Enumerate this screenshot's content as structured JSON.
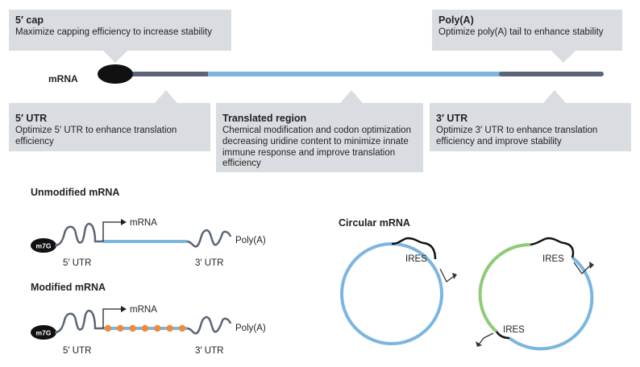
{
  "top_strand": {
    "label": "mRNA",
    "callouts": {
      "cap5": {
        "title": "5′ cap",
        "text": "Maximize capping efficiency to increase stability"
      },
      "polya": {
        "title": "Poly(A)",
        "text": "Optimize poly(A) tail to enhance stability"
      },
      "utr5": {
        "title": "5′ UTR",
        "text": "Optimize 5′ UTR to enhance translation efficiency"
      },
      "translated": {
        "title": "Translated region",
        "text": "Chemical modification and codon optimization decreasing uridine content to minimize innate immune response and improve translation efficiency"
      },
      "utr3": {
        "title": "3′ UTR",
        "text": "Optimize 3′ UTR to enhance translation efficiency and improve stability"
      }
    }
  },
  "unmodified": {
    "title": "Unmodified mRNA",
    "cap": "m7G",
    "start": "mRNA",
    "utr5": "5′ UTR",
    "utr3": "3′ UTR",
    "tail": "Poly(A)"
  },
  "modified": {
    "title": "Modified mRNA",
    "cap": "m7G",
    "start": "mRNA",
    "utr5": "5′ UTR",
    "utr3": "3′ UTR",
    "tail": "Poly(A)",
    "modification_count": 7
  },
  "circular": {
    "title": "Circular mRNA",
    "ires_left": "IRES",
    "ires_right_top": "IRES",
    "ires_right_bottom": "IRES"
  },
  "colors": {
    "callout_bg": "#d9dde2",
    "utr_dark": "#5b6577",
    "coding_blue": "#7bb6e0",
    "coding_green": "#8fca7a",
    "modification_orange": "#f08a3c",
    "cap_black": "#111111"
  }
}
